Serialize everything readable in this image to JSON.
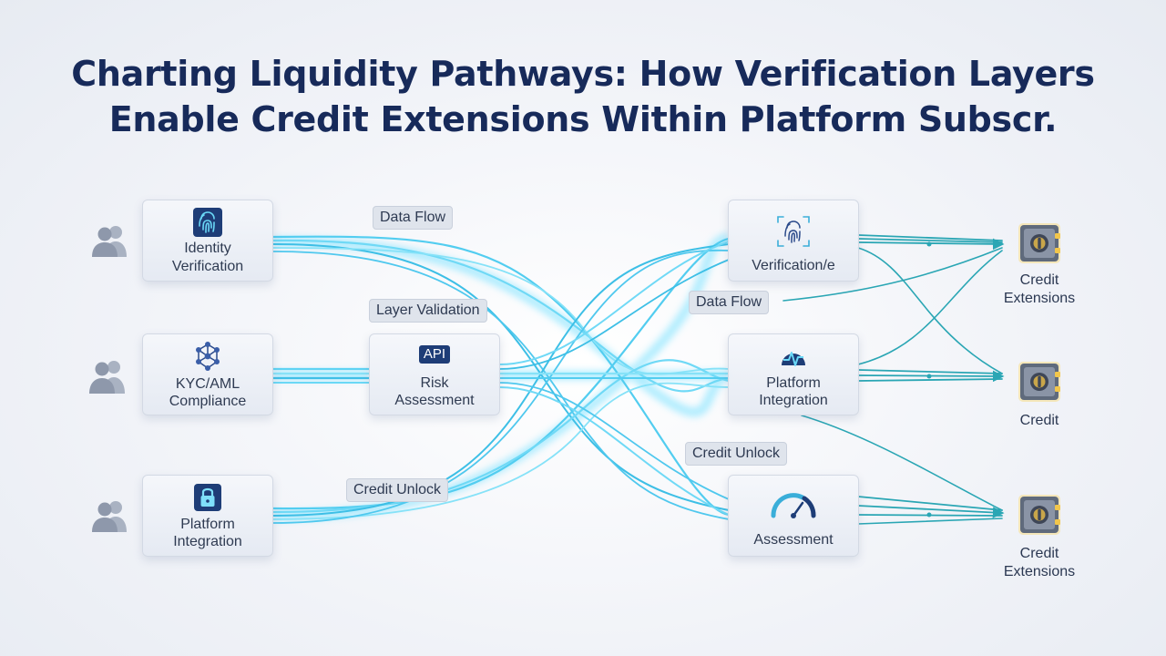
{
  "title": {
    "line1": "Charting Liquidity Pathways: How Verification Layers",
    "line2": "Enable Credit Extensions Within Platform Subscr."
  },
  "left_cards": [
    {
      "line1": "Identity",
      "line2": "Verification",
      "icon": "fingerprint-icon"
    },
    {
      "line1": "KYC/AML",
      "line2": "Compliance",
      "icon": "network-icon"
    },
    {
      "line1": "Platform",
      "line2": "Integration",
      "icon": "lock-icon"
    }
  ],
  "middle_card": {
    "badge": "API",
    "line1": "Risk",
    "line2": "Assessment"
  },
  "right_cards": [
    {
      "line1": "Verification/e",
      "line2": "",
      "icon": "fingerprint-icon"
    },
    {
      "line1": "Platform",
      "line2": "Integration",
      "icon": "pulse-icon"
    },
    {
      "line1": "Assessment",
      "line2": "",
      "icon": "gauge-icon"
    }
  ],
  "tags": {
    "data_flow_top": "Data Flow",
    "layer_validation": "Layer Validation",
    "credit_unlock_left": "Credit Unlock",
    "data_flow_right": "Data Flow",
    "credit_unlock_right": "Credit Unlock"
  },
  "outputs": [
    {
      "line1": "Credit",
      "line2": "Extensions",
      "icon": "vault-icon"
    },
    {
      "line1": "Credit",
      "line2": "",
      "icon": "vault-icon"
    },
    {
      "line1": "Credit",
      "line2": "Extensions",
      "icon": "vault-icon"
    }
  ],
  "users": [
    {
      "icon": "users-icon"
    },
    {
      "icon": "users-icon"
    },
    {
      "icon": "users-icon"
    }
  ],
  "colors": {
    "title": "#172a5a",
    "flow_light": "#5ad6f5",
    "flow_mid": "#2fb7e0",
    "flow_teal": "#2aa6b4",
    "card_bg": "#e8ecf3",
    "icon_blue": "#1e3d77"
  }
}
